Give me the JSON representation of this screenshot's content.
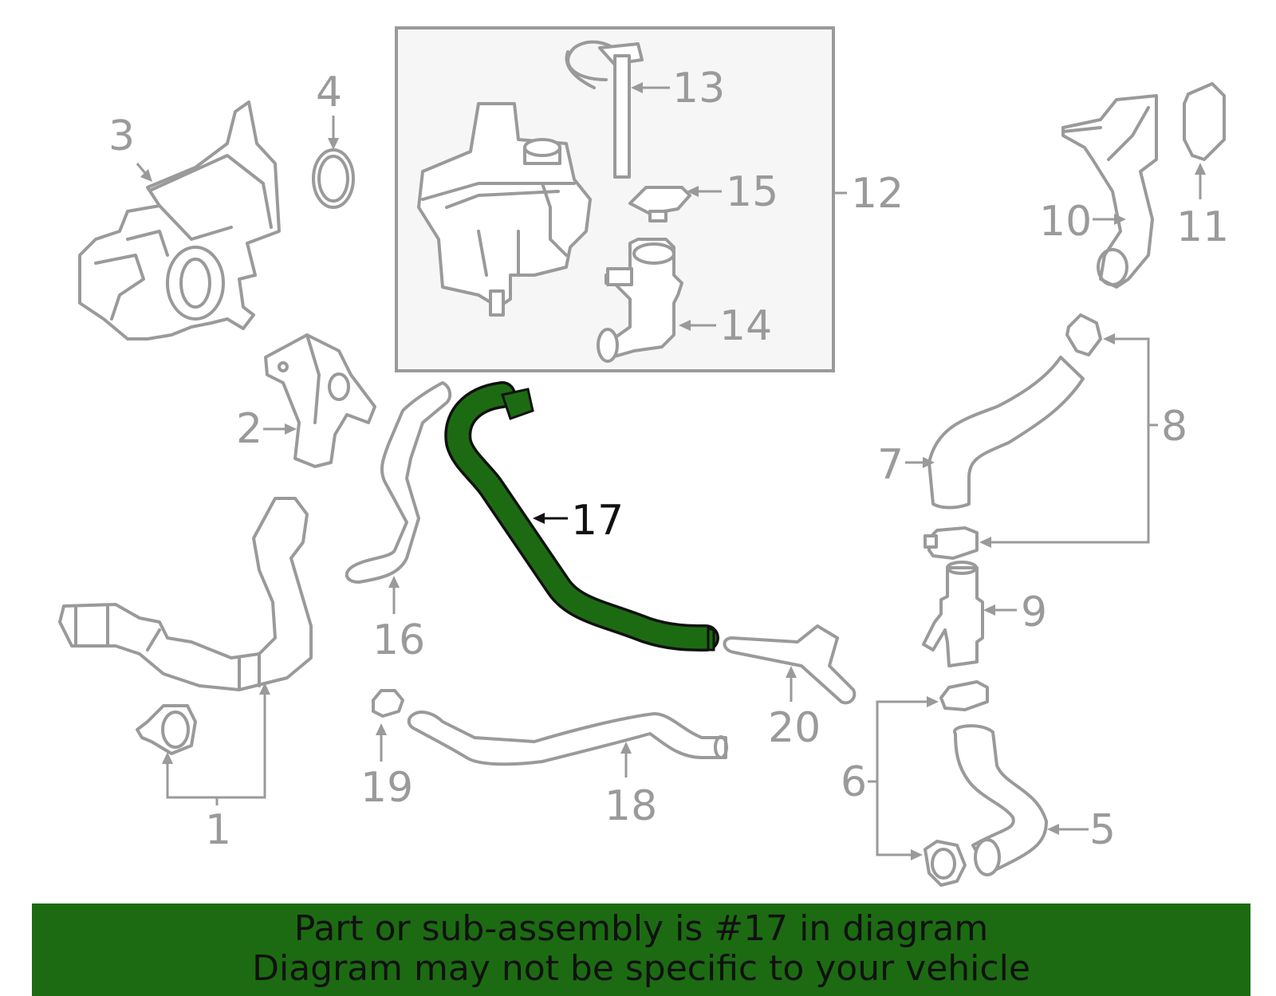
{
  "callouts": {
    "c1": "1",
    "c2": "2",
    "c3": "3",
    "c4": "4",
    "c5": "5",
    "c6": "6",
    "c7": "7",
    "c8": "8",
    "c9": "9",
    "c10": "10",
    "c11": "11",
    "c12": "12",
    "c13": "13",
    "c14": "14",
    "c15": "15",
    "c16": "16",
    "c17": "17",
    "c18": "18",
    "c19": "19",
    "c20": "20"
  },
  "highlighted_part": "17",
  "colors": {
    "highlight": "#1c6b12",
    "parts": "#9a9a9a",
    "box_fill": "#f6f6f6"
  },
  "banner": {
    "line1": "Part or sub-assembly is #17 in diagram",
    "line2": "Diagram may not be specific to your vehicle"
  }
}
